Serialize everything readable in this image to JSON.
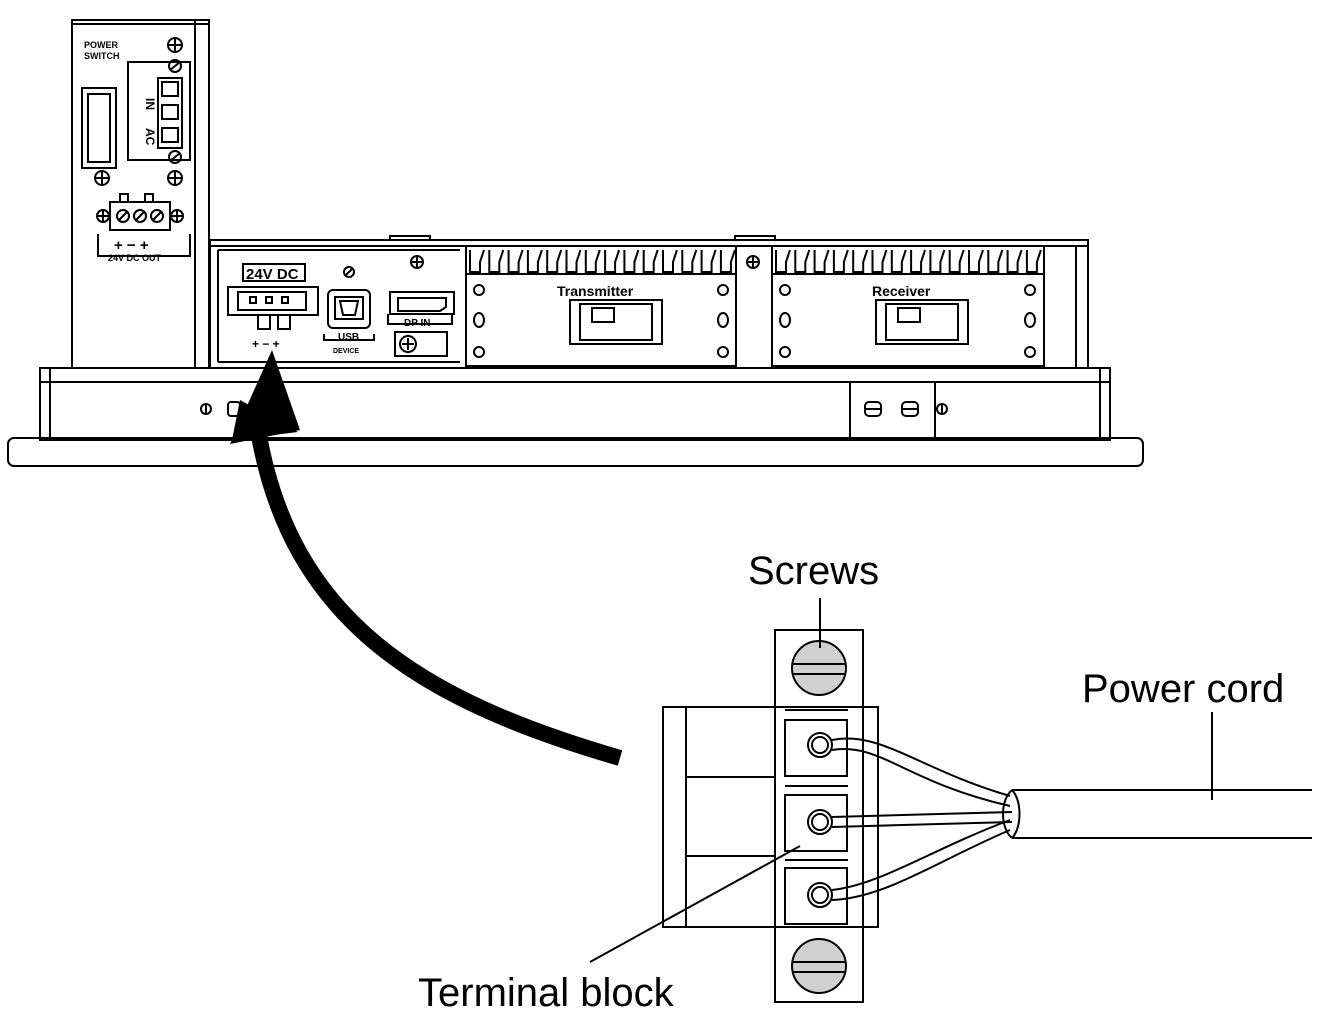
{
  "callouts": {
    "screws": "Screws",
    "power_cord": "Power cord",
    "terminal_block": "Terminal block"
  },
  "power_unit": {
    "power_switch_line1": "POWER",
    "power_switch_line2": "SWITCH",
    "ac_in_ac": "AC",
    "ac_in_in": "IN",
    "dc_out_polarity": "+ − +",
    "dc_out_label": "24V  DC OUT"
  },
  "main_unit": {
    "dc_in_label": "24V DC",
    "dc_in_polarity": "+   −   +",
    "usb_label": "USB",
    "usb_sub": "DEVICE",
    "dp_label": "DP IN",
    "transmitter_label": "Transmitter",
    "receiver_label": "Receiver"
  },
  "colors": {
    "line": "#000000",
    "screw_fill": "#d0d0d0",
    "background": "#ffffff"
  }
}
